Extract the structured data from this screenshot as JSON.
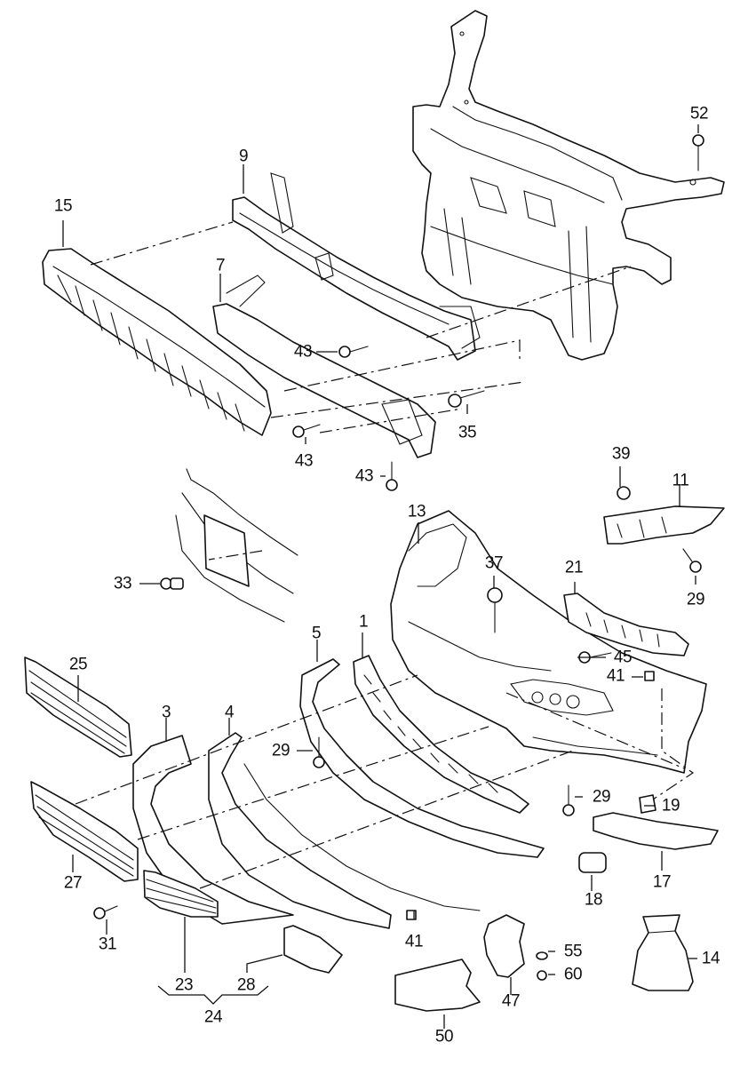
{
  "diagram": {
    "type": "exploded-parts-diagram",
    "subject": "Front bumper assembly",
    "callouts": [
      {
        "id": "c1",
        "label": "1",
        "part": "grille-strip-center"
      },
      {
        "id": "c3",
        "label": "3",
        "part": "bumper-trim-left"
      },
      {
        "id": "c4",
        "label": "4",
        "part": "lower-spoiler"
      },
      {
        "id": "c5",
        "label": "5",
        "part": "trim-bracket"
      },
      {
        "id": "c7",
        "label": "7",
        "part": "impact-absorber-lower"
      },
      {
        "id": "c9",
        "label": "9",
        "part": "bumper-reinforcement"
      },
      {
        "id": "c11",
        "label": "11",
        "part": "side-guide-bracket"
      },
      {
        "id": "c13",
        "label": "13",
        "part": "bumper-cover"
      },
      {
        "id": "c14",
        "label": "14",
        "part": "cover-bag"
      },
      {
        "id": "c15",
        "label": "15",
        "part": "energy-absorber"
      },
      {
        "id": "c17",
        "label": "17",
        "part": "side-moulding"
      },
      {
        "id": "c18",
        "label": "18",
        "part": "end-cap"
      },
      {
        "id": "c19",
        "label": "19",
        "part": "clip"
      },
      {
        "id": "c21",
        "label": "21",
        "part": "guide-profile"
      },
      {
        "id": "c23",
        "label": "23",
        "part": "fog-light-grille"
      },
      {
        "id": "c24",
        "label": "24",
        "part": "grille-set"
      },
      {
        "id": "c25",
        "label": "25",
        "part": "upper-grille-insert"
      },
      {
        "id": "c27",
        "label": "27",
        "part": "lower-grille-insert"
      },
      {
        "id": "c28",
        "label": "28",
        "part": "air-duct"
      },
      {
        "id": "c29a",
        "label": "29",
        "part": "screw"
      },
      {
        "id": "c29b",
        "label": "29",
        "part": "screw"
      },
      {
        "id": "c29c",
        "label": "29",
        "part": "screw"
      },
      {
        "id": "c31",
        "label": "31",
        "part": "screw"
      },
      {
        "id": "c33",
        "label": "33",
        "part": "expanding-nut"
      },
      {
        "id": "c35",
        "label": "35",
        "part": "bolt"
      },
      {
        "id": "c37",
        "label": "37",
        "part": "expanding-rivet"
      },
      {
        "id": "c39",
        "label": "39",
        "part": "expanding-nut"
      },
      {
        "id": "c41a",
        "label": "41",
        "part": "clip-nut"
      },
      {
        "id": "c41b",
        "label": "41",
        "part": "clip-nut"
      },
      {
        "id": "c43a",
        "label": "43",
        "part": "bolt"
      },
      {
        "id": "c43b",
        "label": "43",
        "part": "bolt"
      },
      {
        "id": "c43c",
        "label": "43",
        "part": "bolt"
      },
      {
        "id": "c45",
        "label": "45",
        "part": "screw"
      },
      {
        "id": "c47",
        "label": "47",
        "part": "bolt"
      },
      {
        "id": "c50",
        "label": "50",
        "part": "headlight-washer-bracket"
      },
      {
        "id": "c52",
        "label": "52",
        "part": "air-guide"
      },
      {
        "id": "c55",
        "label": "55",
        "part": "washer"
      },
      {
        "id": "c60",
        "label": "60",
        "part": "nut"
      }
    ]
  }
}
